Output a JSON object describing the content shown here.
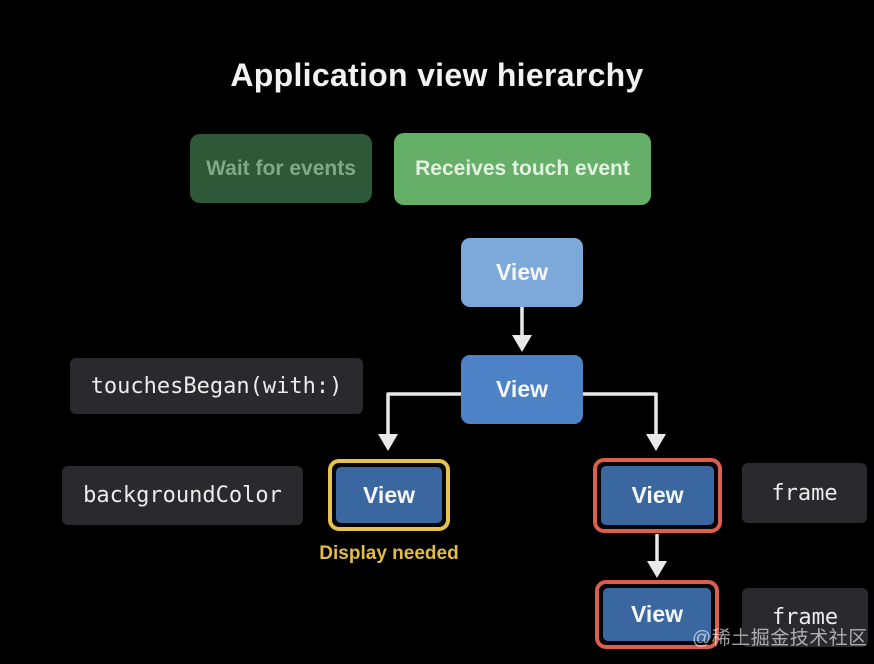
{
  "title": "Application view hierarchy",
  "legend": {
    "wait_label": "Wait for events",
    "receives_label": "Receives touch event"
  },
  "nodes": {
    "root": {
      "label": "View"
    },
    "child": {
      "label": "View"
    },
    "left_leaf": {
      "label": "View",
      "highlight": "yellow"
    },
    "right_child": {
      "label": "View",
      "highlight": "red"
    },
    "right_leaf": {
      "label": "View",
      "highlight": "red"
    }
  },
  "code_labels": {
    "touches_began": "touchesBegan(with:)",
    "background_color": "backgroundColor",
    "frame_right_child": "frame",
    "frame_right_leaf": "frame"
  },
  "annotations": {
    "display_needed": "Display needed"
  },
  "watermark": "@稀土掘金技术社区",
  "colors": {
    "background": "#000000",
    "title_text": "#F2F2F2",
    "wait_badge_bg": "#2E5837",
    "wait_badge_text": "#81A989",
    "receives_badge_bg": "#66AF68",
    "receives_badge_text": "#E4F3E1",
    "view_root_bg": "#7CA9DA",
    "view_child_bg": "#4D83C6",
    "view_highlighted_bg": "#3A679F",
    "highlight_yellow": "#E6C44B",
    "highlight_red": "#DC5E4C",
    "code_chip_bg": "#2A292D",
    "code_chip_text": "#ECECEC",
    "arrow": "#E9E9E9"
  }
}
